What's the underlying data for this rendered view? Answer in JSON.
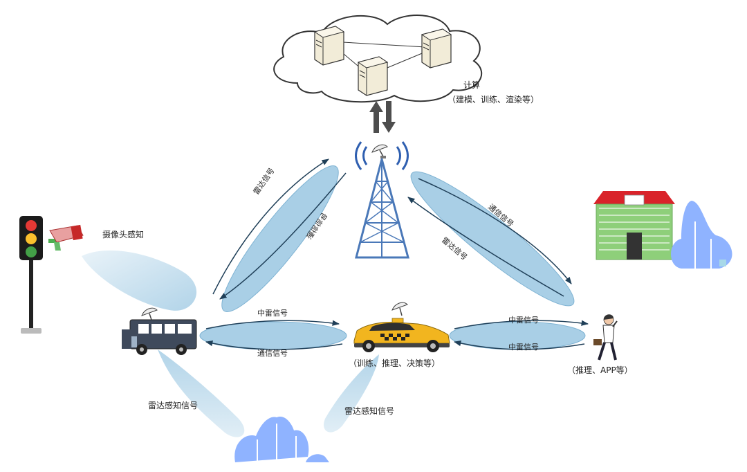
{
  "labels": {
    "compute_title": "计算",
    "compute_tasks": "（建模、训练、渲染等）",
    "camera": "摄像头感知",
    "taxi_tasks": "（训练、推理、决策等）",
    "pedestrian_tasks": "（推理、APP等）",
    "radar_left": "雷达感知信号",
    "radar_right": "雷达感知信号",
    "link_bus_tower_radar": "雷达信号",
    "link_bus_tower_comm": "通信信号",
    "link_tower_person_comm": "通信信号",
    "link_tower_person_radar": "雷达信号",
    "link_bus_taxi_top": "中雷信号",
    "link_bus_taxi_bottom": "通信信号",
    "link_taxi_person_top": "中雷信号",
    "link_taxi_person_bottom": "中雷信号"
  },
  "colors": {
    "beam": "#a9cfe6",
    "beam_edge": "#7fb3d3",
    "arrow": "#1f3f58",
    "tower": "#4a78b8",
    "cloud_line": "#333333",
    "taxi": "#f2b51f",
    "house_roof": "#d9232a",
    "house_wall": "#8ecf7a",
    "tree": "#8fb3ff",
    "uplink": "#4d4d4d"
  },
  "icons": [
    "server-icon",
    "antenna-tower-icon",
    "traffic-light-icon",
    "cctv-camera-icon",
    "bus-icon",
    "taxi-icon",
    "pedestrian-icon",
    "house-icon",
    "tree-icon",
    "satellite-dish-icon"
  ]
}
